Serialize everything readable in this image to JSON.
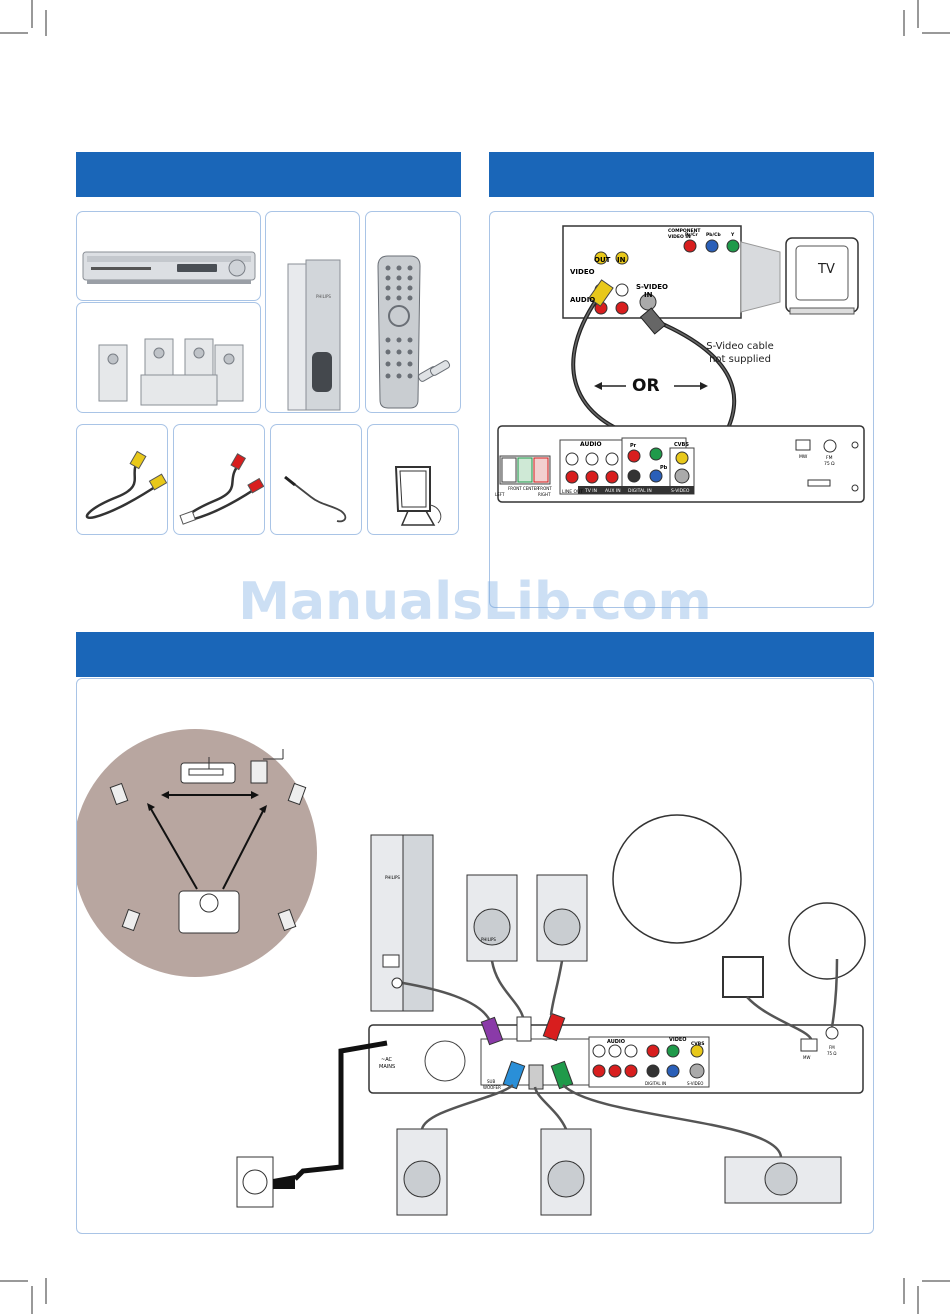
{
  "watermark": "ManualsLib.com",
  "connection": {
    "tv_label": "TV",
    "cable_note_line1": "S-Video cable",
    "cable_note_line2": "not supplied",
    "or_label": "OR",
    "tv_panel": {
      "component_line1": "COMPONENT",
      "component_line2": "VIDEO IN",
      "pr": "Pr/Cr",
      "pb": "Pb/Cb",
      "y": "Y",
      "video": "VIDEO",
      "audio": "AUDIO",
      "out": "OUT",
      "in": "IN",
      "svideo_line1": "S-VIDEO",
      "svideo_line2": "IN"
    },
    "unit_panel": {
      "audio": "AUDIO",
      "front_left": "LEFT",
      "front_center": "FRONT CENTER",
      "front_right": "FRONT",
      "right": "RIGHT",
      "line_out": "LINE OUT",
      "tv_in": "TV IN",
      "aux_in": "AUX IN",
      "pr": "Pr",
      "pb": "Pb",
      "cvbs": "CVBS",
      "digital_in": "DIGITAL IN",
      "svideo": "S-VIDEO",
      "mw": "MW",
      "fm": "FM",
      "fm_ohm": "75 Ω"
    }
  },
  "setup": {
    "sub_woofer_line1": "SUB",
    "sub_woofer_line2": "WOOFER",
    "ac_line1": "~AC",
    "ac_line2": "MAINS",
    "audio": "AUDIO",
    "video": "VIDEO",
    "cvbs": "CVBS",
    "digital_in": "DIGITAL IN",
    "svideo": "S-VIDEO",
    "mw": "MW",
    "fm": "FM",
    "fm_ohm": "75 Ω",
    "speaker_brand": "PHILIPS",
    "sub_brand": "PHILIPS"
  },
  "colors": {
    "band": "#1a66b8",
    "room": "#b8a6a0",
    "purple": "#8a3aa8",
    "blue": "#2a8fd8",
    "red": "#d81e1e",
    "green": "#1f9a4a",
    "yellow": "#e8c81a"
  }
}
